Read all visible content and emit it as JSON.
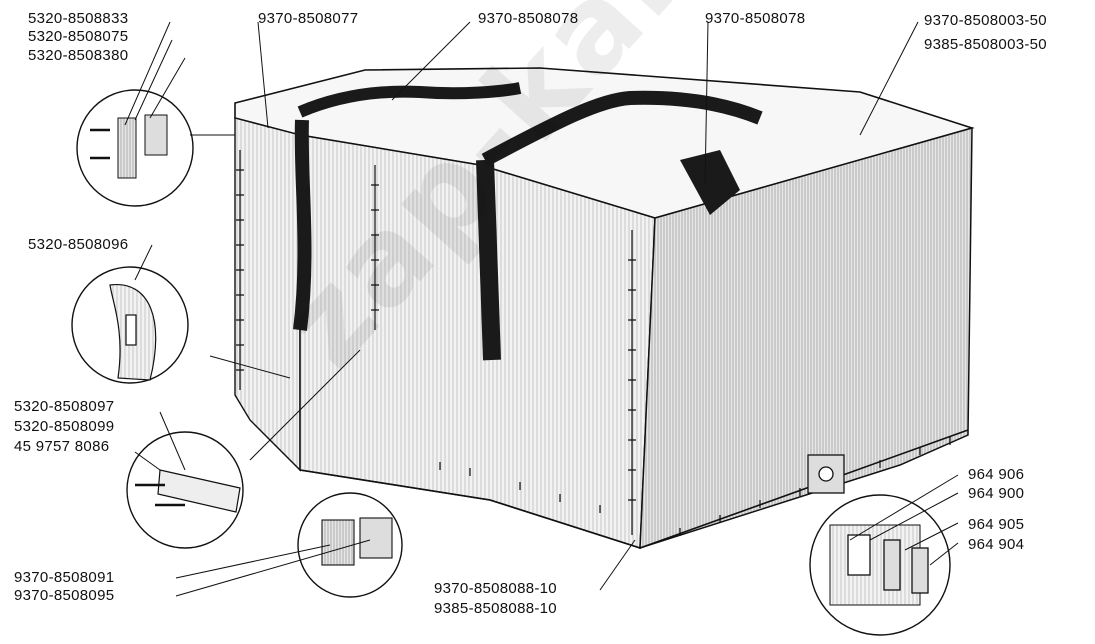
{
  "watermark": "zap-kamaz.ru",
  "part_labels": {
    "p1": "5320-8508833",
    "p2": "5320-8508075",
    "p3": "5320-8508380",
    "p4": "9370-8508077",
    "p5": "9370-8508078",
    "p6": "9370-8508078",
    "p7": "9370-8508003-50",
    "p8": "9385-8508003-50",
    "p9": "5320-8508096",
    "p10": "5320-8508097",
    "p11": "5320-8508099",
    "p12": "45 9757 8086",
    "p13": "964 906",
    "p14": "964 900",
    "p15": "964 905",
    "p16": "964 904",
    "p17": "9370-8508091",
    "p18": "9370-8508095",
    "p19": "9370-8508088-10",
    "p20": "9385-8508088-10"
  },
  "colors": {
    "line": "#111111",
    "strap": "#1a1a1a",
    "tarp": "#e8e8e8",
    "tarp_side": "#cfcfcf"
  }
}
